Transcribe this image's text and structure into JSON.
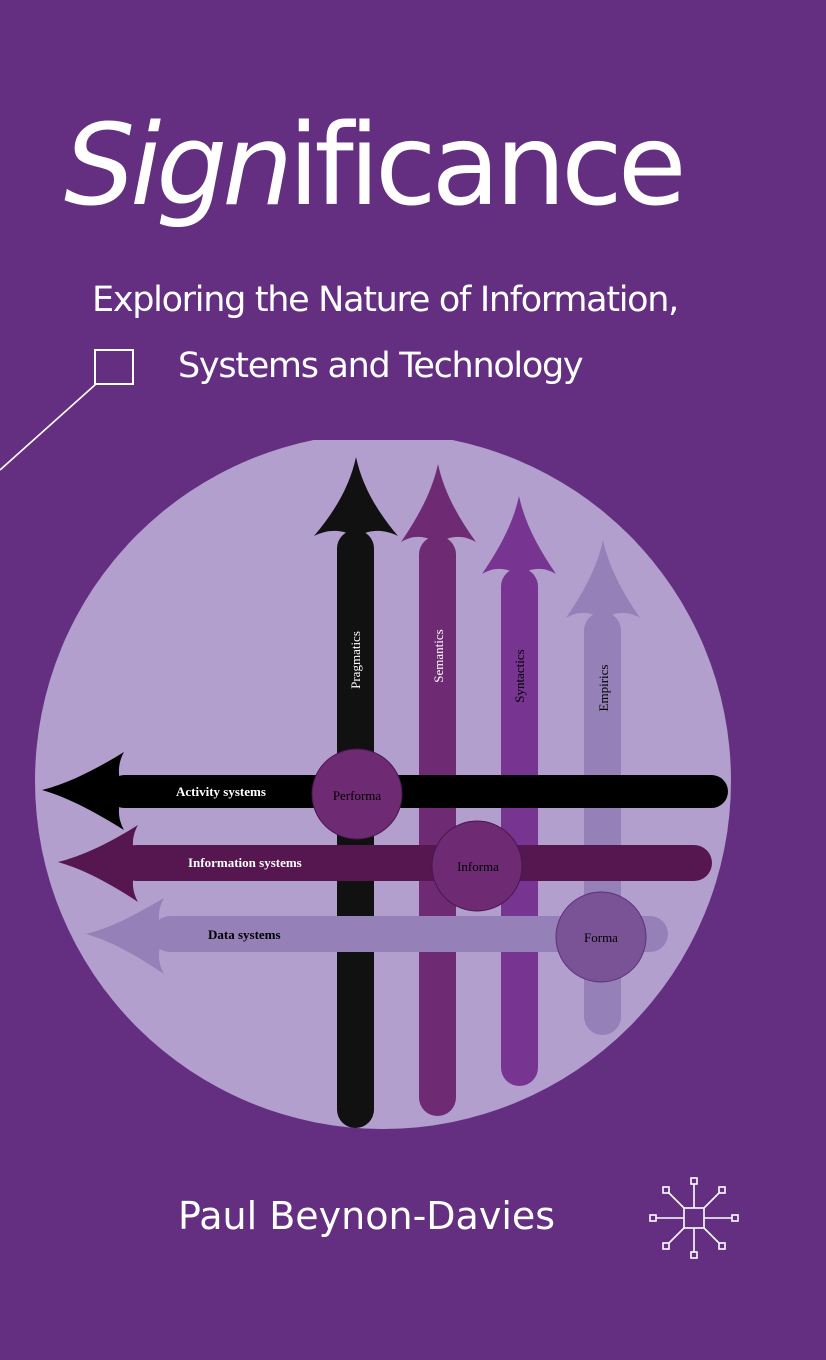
{
  "cover": {
    "title_part1": "Sign",
    "title_part2": "ificance",
    "subtitle_line1": "Exploring the Nature of Information,",
    "subtitle_line2": "Systems and Technology",
    "author": "Paul Beynon-Davies",
    "publisher_logo": "palgrave-logo-icon"
  },
  "diagram": {
    "vertical_arrows": [
      {
        "label": "Pragmatics",
        "color": "#111111"
      },
      {
        "label": "Semantics",
        "color": "#6e2a72"
      },
      {
        "label": "Syntactics",
        "color": "#773591"
      },
      {
        "label": "Empirics",
        "color": "#9580b8"
      }
    ],
    "horizontal_arrows": [
      {
        "label": "Activity systems",
        "color": "#000000"
      },
      {
        "label": "Information systems",
        "color": "#56164f"
      },
      {
        "label": "Data systems",
        "color": "#9580b8"
      }
    ],
    "intersections": [
      {
        "label": "Performa"
      },
      {
        "label": "Informa"
      },
      {
        "label": "Forma"
      }
    ],
    "colors": {
      "background": "#652f81",
      "circle": "#b39fcd"
    }
  }
}
